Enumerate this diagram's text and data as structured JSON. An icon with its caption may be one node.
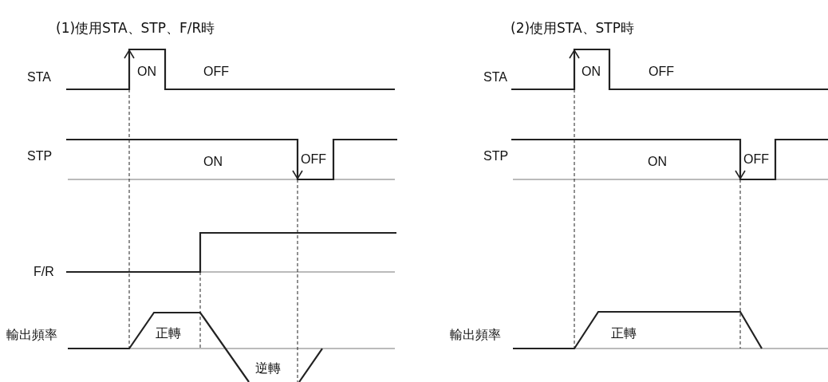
{
  "diagram": {
    "labels": [
      "(1)使用STA、STP、F/R時",
      "STA",
      "ON",
      "OFF",
      "STP",
      "ON",
      "OFF",
      "F/R",
      "輸出頻率",
      "正轉",
      "逆轉",
      "(2)使用STA、STP時",
      "STA",
      "ON",
      "OFF",
      "STP",
      "ON",
      "OFF",
      "輸出頻率",
      "正轉"
    ]
  }
}
